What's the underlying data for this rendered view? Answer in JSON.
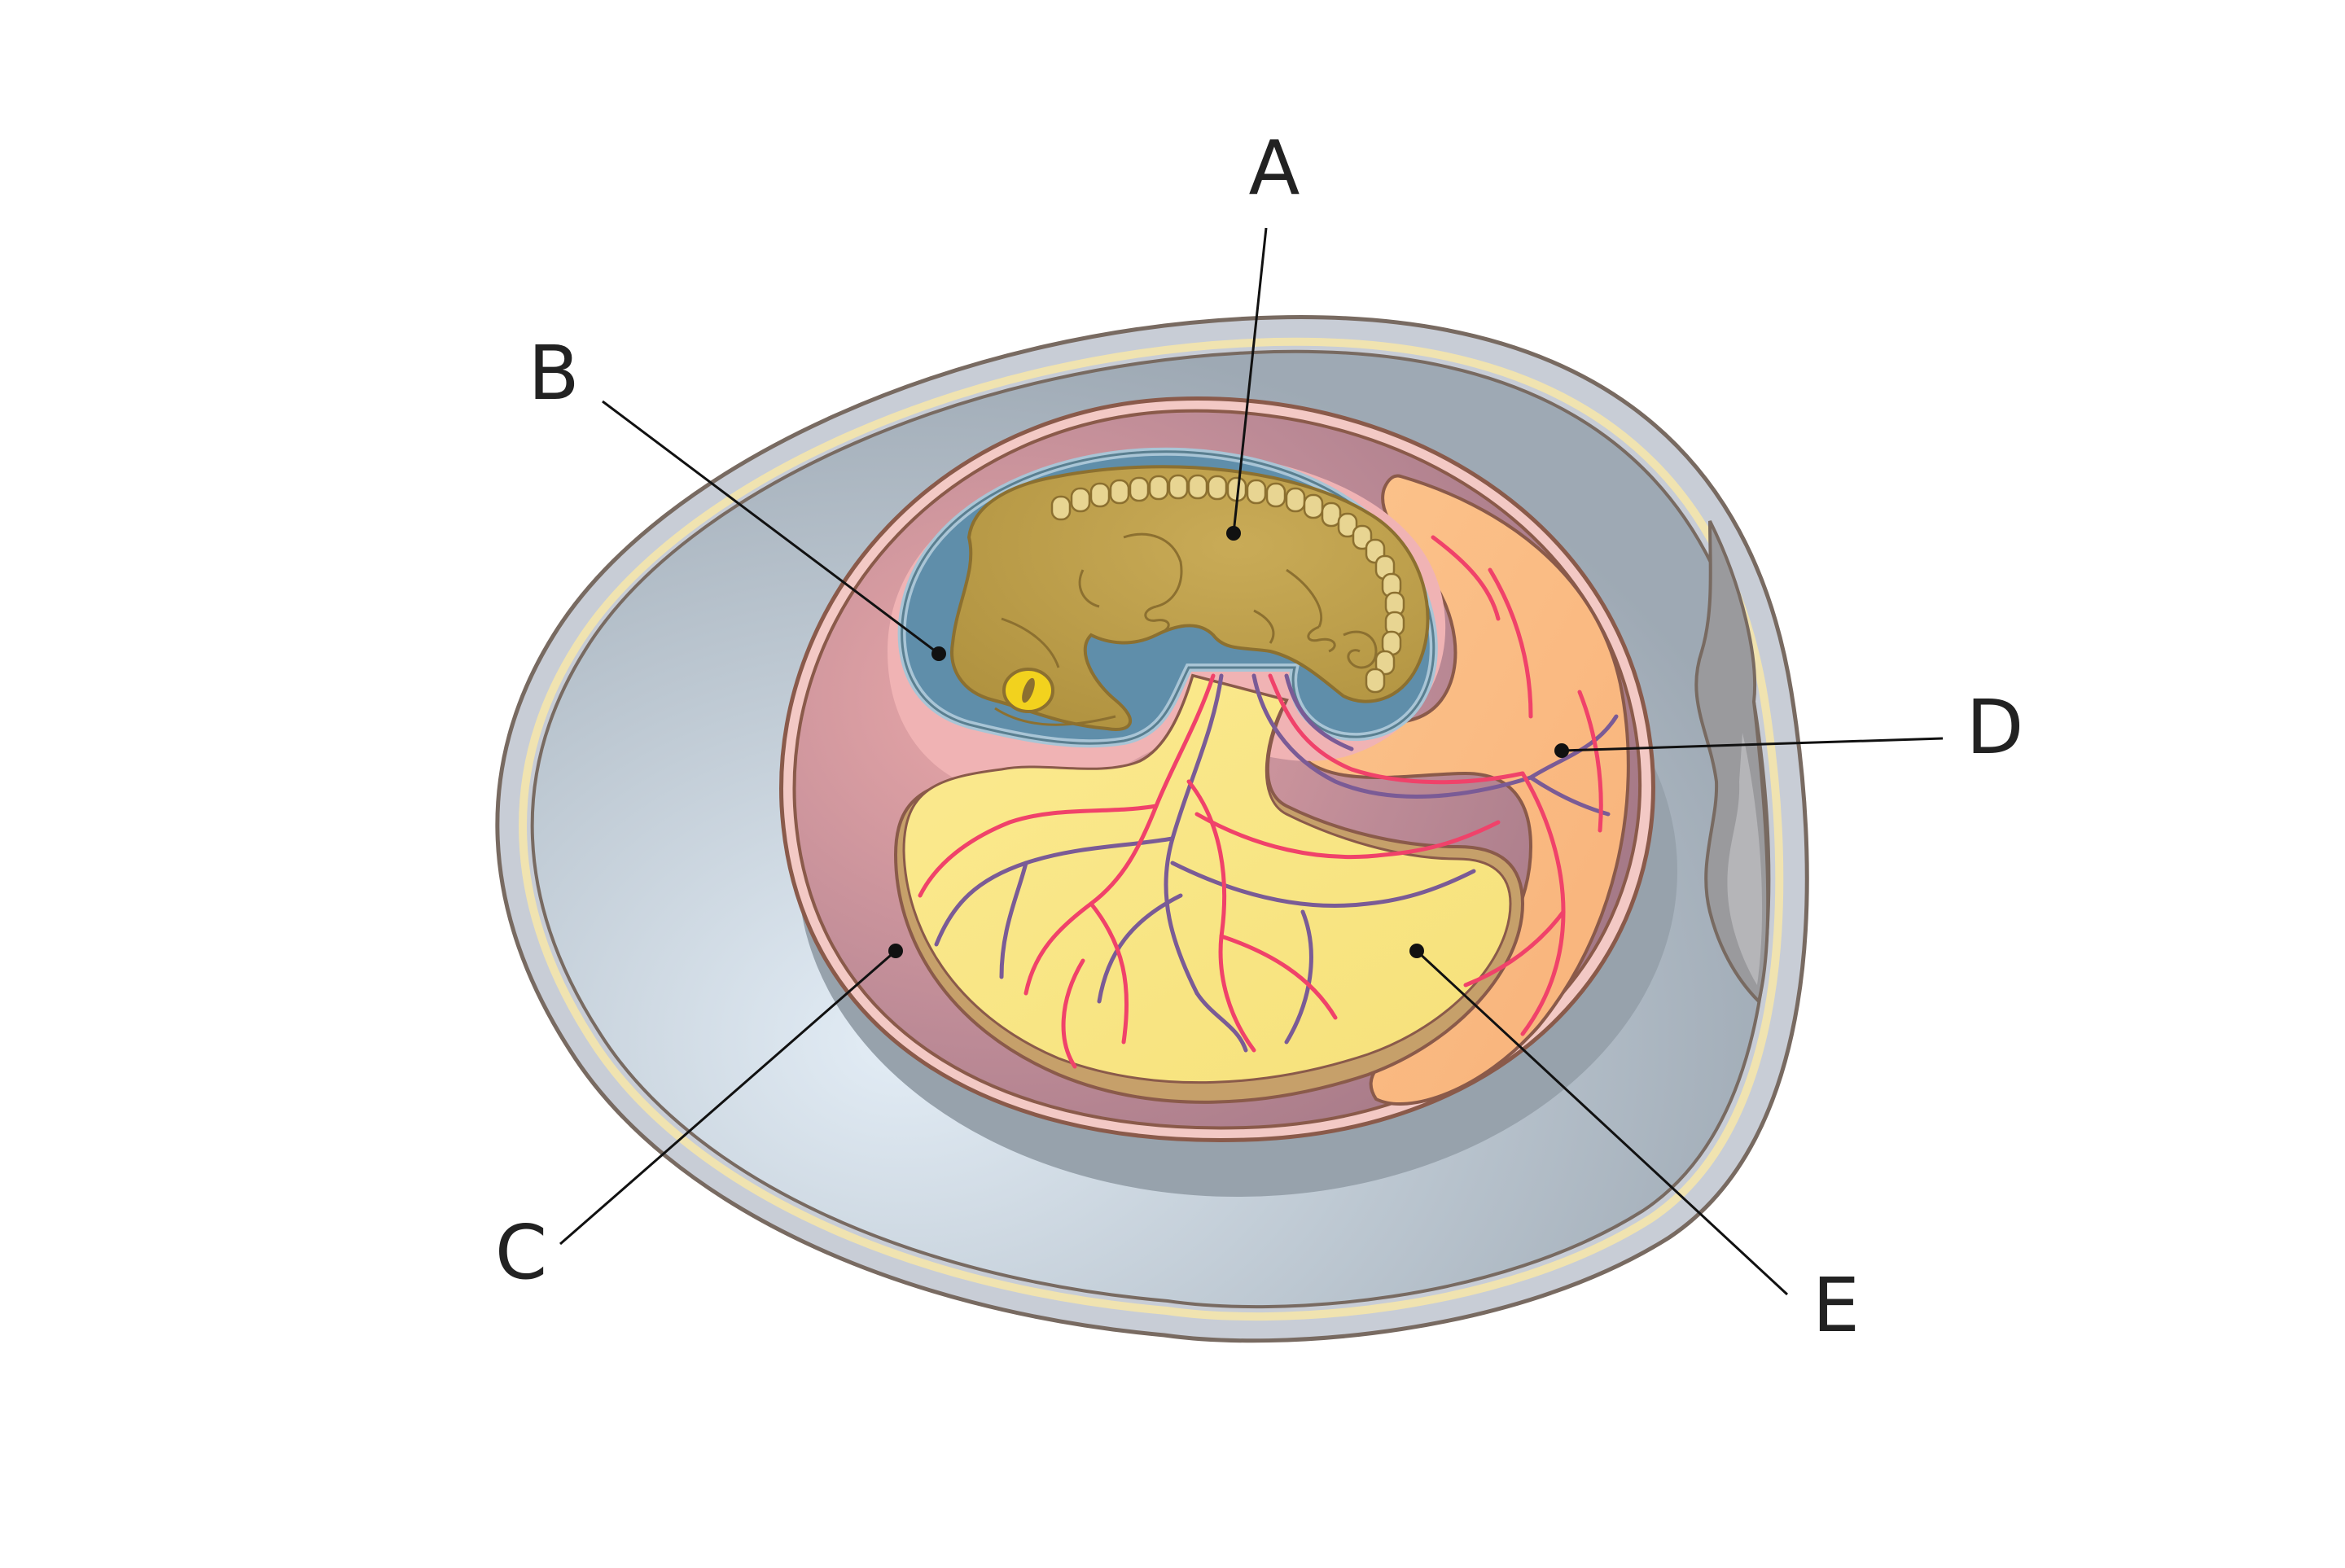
{
  "labels": {
    "a": "A",
    "b": "B",
    "c": "C",
    "d": "D",
    "e": "E"
  },
  "colors": {
    "shell_outline": "#7a6a60",
    "shell_fill": "#c7ccd6",
    "shell_membrane": "#f0e3b0",
    "albumen": "#b2bcc6",
    "albumen_highlight": "#dde8f2",
    "chorion_band": "#f3c9c5",
    "chorion_fill": "#b98a95",
    "amnion_fluid": "#5f8eaa",
    "embryo": "#c2a24f",
    "embryo_outline": "#8c7030",
    "eye": "#f2d21e",
    "yolk_sac": "#f9e88a",
    "allantois": "#fbbf85",
    "artery": "#f0426a",
    "vein": "#7a5b96",
    "pointer": "#111111"
  }
}
